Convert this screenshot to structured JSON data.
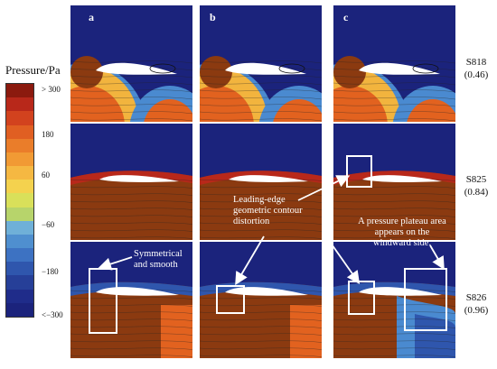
{
  "legend": {
    "title": "Pressure/Pa",
    "ticks": [
      "> 300",
      "180",
      "60",
      "−60",
      "−180",
      "<−300"
    ],
    "colors": [
      "#8b1a0e",
      "#b8281a",
      "#d2421e",
      "#e05f22",
      "#ea7d2a",
      "#f19a34",
      "#f5b842",
      "#f4d24e",
      "#d9e05a",
      "#b7d46b",
      "#6fb0d8",
      "#4f8fcf",
      "#3d72c2",
      "#2f56ad",
      "#263f98",
      "#1f2c8a",
      "#1b237c"
    ]
  },
  "panels": {
    "col_labels": [
      "a",
      "b",
      "c"
    ]
  },
  "rows": [
    {
      "name": "S818",
      "value": "(0.46)"
    },
    {
      "name": "S825",
      "value": "(0.84)"
    },
    {
      "name": "S826",
      "value": "(0.96)"
    }
  ],
  "annotations": {
    "symmetric_line1": "Symmetrical",
    "symmetric_line2": "and smooth",
    "leading_line1": "Leading-edge",
    "leading_line2": "geometric contour",
    "leading_line3": "distortion",
    "plateau_line1": "A pressure plateau area",
    "plateau_line2": "appears on the",
    "plateau_line3": "windward side."
  }
}
